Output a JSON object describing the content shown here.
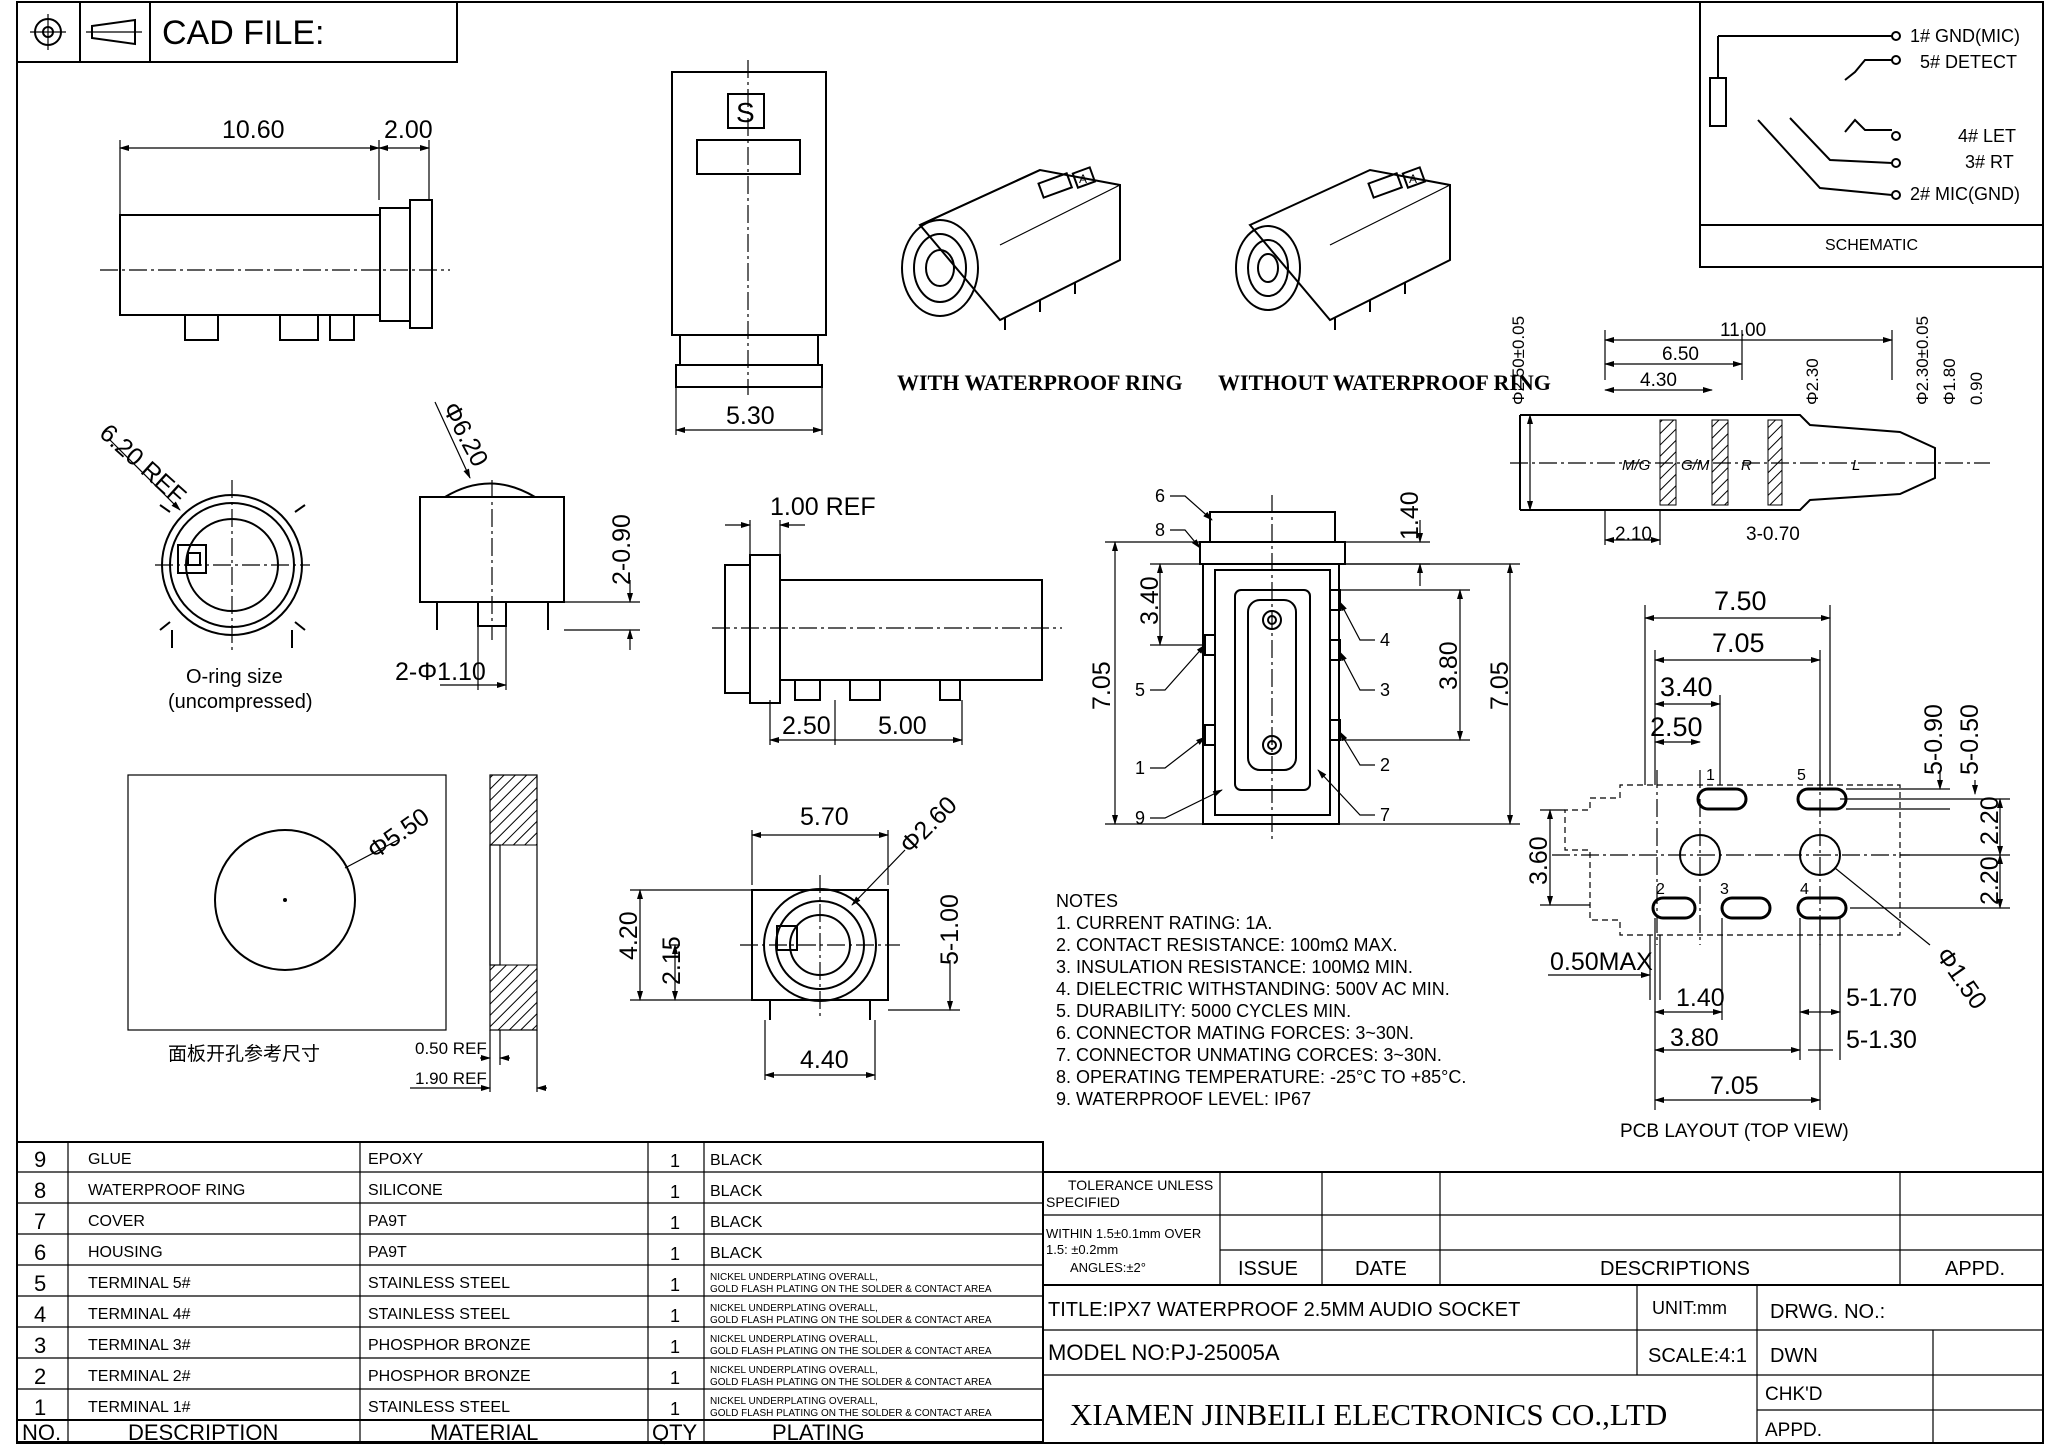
{
  "header": {
    "cad_file": "CAD FILE:"
  },
  "schematic": {
    "title": "SCHEMATIC",
    "pins": [
      "1# GND(MIC)",
      "5# DETECT",
      "4# LET",
      "3# RT",
      "2# MIC(GND)"
    ]
  },
  "views": {
    "with_ring": "WITH WATERPROOF RING",
    "without_ring": "WITHOUT WATERPROOF RING",
    "oring_line1": "O-ring size",
    "oring_line2": "(uncompressed)",
    "panel_caption": "面板开孔参考尺寸",
    "pcb_caption": "PCB LAYOUT (TOP VIEW)",
    "cover_mark": "S",
    "pin_mark": "A"
  },
  "dims": {
    "d10_60": "10.60",
    "d2_00": "2.00",
    "d5_30": "5.30",
    "d6_20_ref": "6.20 REF",
    "d6_20": "Φ6.20",
    "d2_0_90": "2-0.90",
    "d2_1_10": "2-Φ1.10",
    "d1_00_ref": "1.00 REF",
    "d2_50": "2.50",
    "d5_00": "5.00",
    "d5_70": "5.70",
    "d2_60": "Φ2.60",
    "d4_20": "4.20",
    "d2_15": "2.15",
    "d5_1_00": "5-1.00",
    "d4_40": "4.40",
    "d5_50": "Φ5.50",
    "d0_50_ref": "0.50 REF",
    "d1_90_ref": "1.90 REF",
    "d1_40": "1.40",
    "d3_40": "3.40",
    "d7_05": "7.05",
    "d3_80": "3.80",
    "plug_11_00": "11.00",
    "plug_6_50": "6.50",
    "plug_4_30": "4.30",
    "plug_2_50": "Φ2.50±0.05",
    "plug_2_30": "Φ2.30",
    "plug_2_30b": "Φ2.30±0.05",
    "plug_1_80": "Φ1.80",
    "plug_0_90": "0.90",
    "plug_2_10": "2.10",
    "plug_3_0_70": "3-0.70",
    "seg_mg": "M/G",
    "seg_gm": "G/M",
    "seg_r": "R",
    "seg_l": "L",
    "pcb_7_50": "7.50",
    "pcb_7_05": "7.05",
    "pcb_3_40": "3.40",
    "pcb_2_50": "2.50",
    "pcb_5_0_90": "5-0.90",
    "pcb_5_0_50": "5-0.50",
    "pcb_2_20": "2.20",
    "pcb_3_60": "3.60",
    "pcb_0_50max": "0.50MAX",
    "pcb_1_40": "1.40",
    "pcb_5_1_70": "5-1.70",
    "pcb_3_80": "3.80",
    "pcb_5_1_30": "5-1.30",
    "pcb_1_50": "Φ1.50"
  },
  "callouts": [
    "6",
    "8",
    "4",
    "5",
    "3",
    "1",
    "2",
    "9",
    "7"
  ],
  "pcb_pins": [
    "1",
    "5",
    "2",
    "3",
    "4"
  ],
  "notes": {
    "title": "NOTES",
    "items": [
      "1. CURRENT RATING: 1A.",
      "2. CONTACT RESISTANCE: 100mΩ MAX.",
      "3. INSULATION RESISTANCE: 100MΩ MIN.",
      "4. DIELECTRIC WITHSTANDING: 500V AC MIN.",
      "5. DURABILITY: 5000 CYCLES MIN.",
      "6. CONNECTOR MATING FORCES: 3~30N.",
      "7. CONNECTOR UNMATING CORCES: 3~30N.",
      "8. OPERATING TEMPERATURE: -25°C TO +85°C.",
      "9. WATERPROOF LEVEL: IP67"
    ]
  },
  "bom": {
    "headers": {
      "no": "NO.",
      "desc": "DESCRIPTION",
      "mat": "MATERIAL",
      "qty": "QTY",
      "plat": "PLATING"
    },
    "rows": [
      {
        "no": "9",
        "desc": "GLUE",
        "mat": "EPOXY",
        "qty": "1",
        "p1": "BLACK",
        "p2": ""
      },
      {
        "no": "8",
        "desc": "WATERPROOF RING",
        "mat": "SILICONE",
        "qty": "1",
        "p1": "BLACK",
        "p2": ""
      },
      {
        "no": "7",
        "desc": "COVER",
        "mat": "PA9T",
        "qty": "1",
        "p1": "BLACK",
        "p2": ""
      },
      {
        "no": "6",
        "desc": "HOUSING",
        "mat": "PA9T",
        "qty": "1",
        "p1": "BLACK",
        "p2": ""
      },
      {
        "no": "5",
        "desc": "TERMINAL 5#",
        "mat": "STAINLESS STEEL",
        "qty": "1",
        "p1": "NICKEL UNDERPLATING OVERALL,",
        "p2": "GOLD FLASH PLATING ON THE SOLDER & CONTACT AREA"
      },
      {
        "no": "4",
        "desc": "TERMINAL 4#",
        "mat": "STAINLESS STEEL",
        "qty": "1",
        "p1": "NICKEL UNDERPLATING OVERALL,",
        "p2": "GOLD FLASH PLATING ON THE SOLDER & CONTACT AREA"
      },
      {
        "no": "3",
        "desc": "TERMINAL 3#",
        "mat": "PHOSPHOR BRONZE",
        "qty": "1",
        "p1": "NICKEL UNDERPLATING OVERALL,",
        "p2": "GOLD FLASH PLATING ON THE SOLDER & CONTACT AREA"
      },
      {
        "no": "2",
        "desc": "TERMINAL 2#",
        "mat": "PHOSPHOR BRONZE",
        "qty": "1",
        "p1": "NICKEL UNDERPLATING OVERALL,",
        "p2": "GOLD FLASH PLATING ON THE SOLDER & CONTACT AREA"
      },
      {
        "no": "1",
        "desc": "TERMINAL 1#",
        "mat": "STAINLESS STEEL",
        "qty": "1",
        "p1": "NICKEL UNDERPLATING OVERALL,",
        "p2": "GOLD FLASH PLATING ON THE SOLDER & CONTACT AREA"
      }
    ]
  },
  "title_block": {
    "tol1": "TOLERANCE UNLESS",
    "tol2": "SPECIFIED",
    "tol3": "WITHIN 1.5±0.1mm OVER",
    "tol4": "1.5: ±0.2mm",
    "tol5": "ANGLES:±2°",
    "issue": "ISSUE",
    "date": "DATE",
    "descriptions": "DESCRIPTIONS",
    "appd": "APPD.",
    "title": "TITLE:IPX7 WATERPROOF 2.5MM AUDIO SOCKET",
    "unit": "UNIT:mm",
    "drwg": "DRWG. NO.:",
    "model": "MODEL NO:PJ-25005A",
    "scale": "SCALE:4:1",
    "dwn": "DWN",
    "company": "XIAMEN JINBEILI ELECTRONICS CO.,LTD",
    "chkd": "CHK'D",
    "appd2": "APPD."
  }
}
